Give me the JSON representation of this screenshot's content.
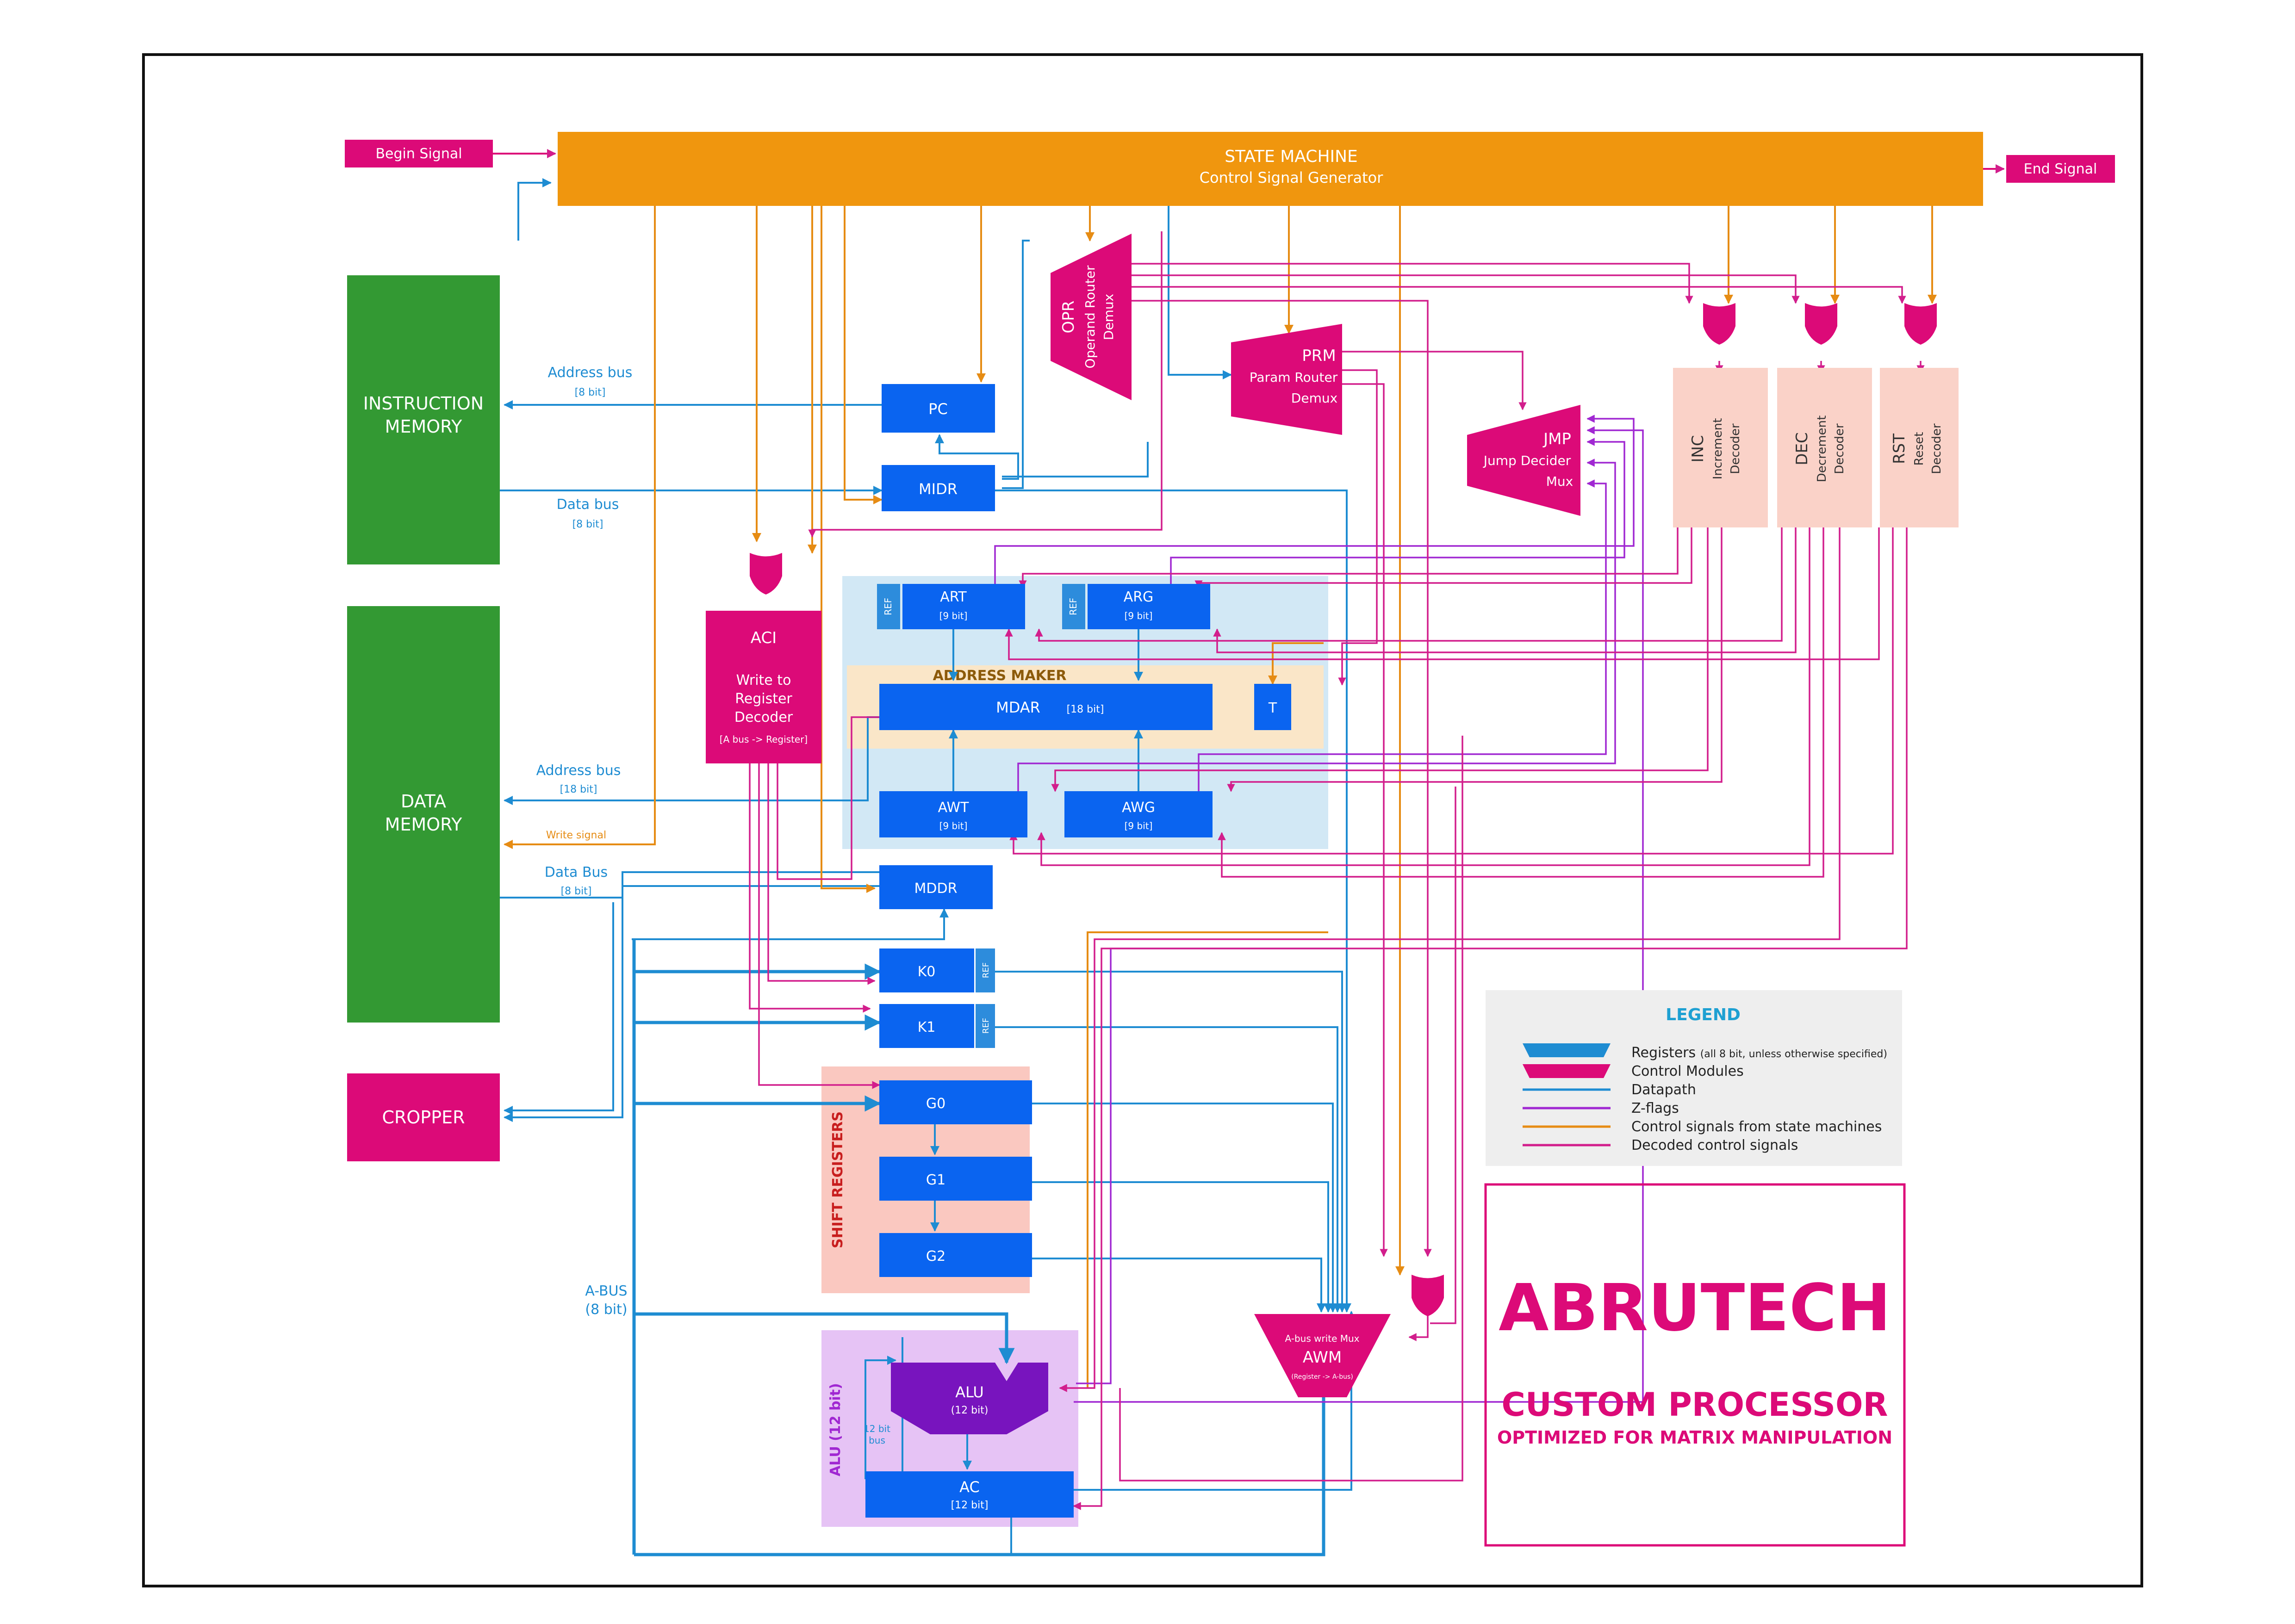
{
  "colors": {
    "state_machine": "#F0960E",
    "control": "#DC0A78",
    "register": "#0A64F0",
    "memory": "#339933",
    "datapath": "#1E8CD2",
    "zflag": "#A028D2",
    "ctrl_signal": "#E68C14",
    "decoded": "#D21E8C",
    "address_maker_bg": "#D2E8F5",
    "address_maker_inner": "#FAE6C8",
    "decoder_bg": "#FAD2C8",
    "shift_bg": "#FAC8C0",
    "alu_bg": "#E6C3F5",
    "alu": "#7814BE",
    "legend_bg": "#EEEEEE"
  },
  "signals": {
    "begin": "Begin Signal",
    "end": "End Signal"
  },
  "state_machine": {
    "title": "STATE MACHINE",
    "subtitle": "Control Signal Generator"
  },
  "memories": {
    "instruction": {
      "line1": "INSTRUCTION",
      "line2": "MEMORY"
    },
    "data": {
      "line1": "DATA",
      "line2": "MEMORY"
    },
    "cropper": "CROPPER"
  },
  "buses": {
    "im_addr": {
      "label": "Address bus",
      "width": "[8 bit]"
    },
    "im_data": {
      "label": "Data bus",
      "width": "[8 bit]"
    },
    "dm_addr": {
      "label": "Address bus",
      "width": "[18 bit]"
    },
    "dm_write": "Write signal",
    "dm_data": {
      "label": "Data Bus",
      "width": "[8 bit]"
    },
    "abus": {
      "label": "A-BUS",
      "width": "(8 bit)"
    },
    "alu_bus": {
      "line1": "12 bit",
      "line2": "bus"
    }
  },
  "control_modules": {
    "opr": {
      "title": "OPR",
      "line1": "Operand Router",
      "line2": "Demux"
    },
    "prm": {
      "title": "PRM",
      "line1": "Param Router",
      "line2": "Demux"
    },
    "jmp": {
      "title": "JMP",
      "line1": "Jump Decider",
      "line2": "Mux"
    },
    "aci": {
      "title": "ACI",
      "line1": "Write to",
      "line2": "Register",
      "line3": "Decoder",
      "line4": "[A bus -> Register]"
    },
    "awm": {
      "title": "AWM",
      "top": "A-bus write Mux",
      "bottom": "(Register -> A-bus)"
    }
  },
  "decoders": [
    {
      "title": "INC",
      "line1": "Increment",
      "line2": "Decoder"
    },
    {
      "title": "DEC",
      "line1": "Decrement",
      "line2": "Decoder"
    },
    {
      "title": "RST",
      "line1": "Reset",
      "line2": "Decoder"
    }
  ],
  "address_maker_label": "ADDRESS MAKER",
  "registers": {
    "pc": "PC",
    "midr": "MIDR",
    "art": {
      "name": "ART",
      "width": "[9 bit]"
    },
    "arg": {
      "name": "ARG",
      "width": "[9 bit]"
    },
    "mdar": {
      "name": "MDAR",
      "width": "[18 bit]"
    },
    "t": "T",
    "awt": {
      "name": "AWT",
      "width": "[9 bit]"
    },
    "awg": {
      "name": "AWG",
      "width": "[9 bit]"
    },
    "mddr": "MDDR",
    "k0": "K0",
    "k1": "K1",
    "g0": "G0",
    "g1": "G1",
    "g2": "G2",
    "alu": {
      "name": "ALU",
      "width": "(12 bit)"
    },
    "ac": {
      "name": "AC",
      "width": "[12 bit]"
    },
    "ref": "REF"
  },
  "group_labels": {
    "shift": "SHIFT REGISTERS",
    "alu": "ALU (12 bit)"
  },
  "legend": {
    "title": "LEGEND",
    "registers": "Registers",
    "registers_note": "(all 8 bit, unless otherwise specified)",
    "control": "Control Modules",
    "datapath": "Datapath",
    "zflags": "Z-flags",
    "ctrl_signals": "Control signals from state machines",
    "decoded": "Decoded control signals"
  },
  "title_block": {
    "brand": "ABRUTECH",
    "line1": "CUSTOM PROCESSOR",
    "line2": "OPTIMIZED FOR MATRIX MANIPULATION"
  }
}
